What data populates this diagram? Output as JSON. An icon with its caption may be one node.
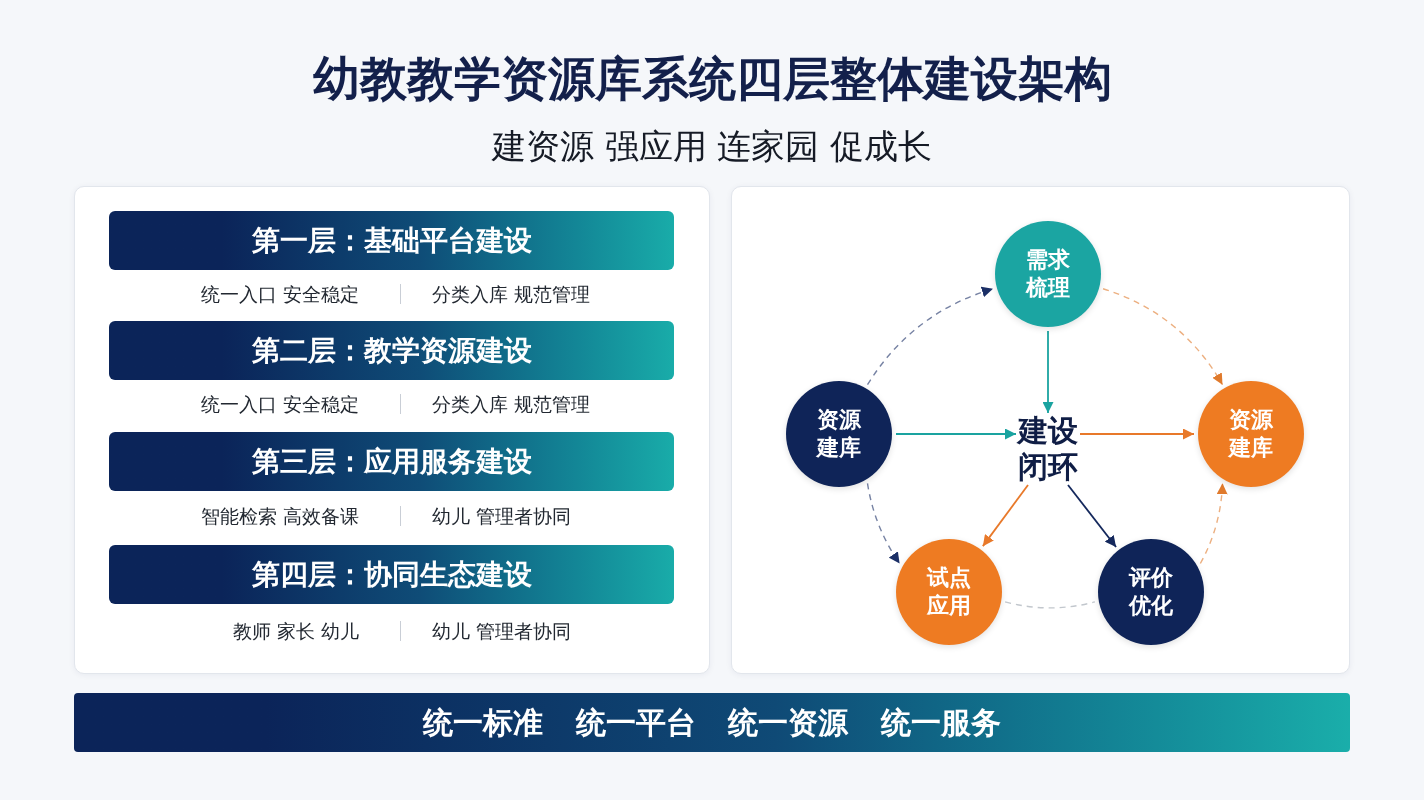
{
  "diagram": {
    "title": "幼教教学资源库系统四层整体建设架构",
    "nodes": [
      {
        "text": [],
        "shape": "box"
      },
      {
        "text": [
          "第一层：基础平台建设"
        ],
        "in": 0,
        "beside": [
          "统一入口 安全稳定",
          "分类入库 规范管理"
        ]
      },
      {
        "text": [
          "第二层：教学资源建设"
        ],
        "in": 0,
        "beside": [
          "统一入口 安全稳定",
          "分类入库 规范管理"
        ]
      },
      {
        "text": [
          "第三层：应用服务建设"
        ],
        "in": 0,
        "beside": [
          "智能检索 高效备课",
          "幼儿 管理者协同"
        ]
      },
      {
        "text": [
          "第四层：协同生态建设"
        ],
        "in": 0,
        "beside": [
          "教师 家长 幼儿",
          "幼儿 管理者协同"
        ]
      },
      {
        "text": [],
        "shape": "box"
      },
      {
        "text": [
          "需求梳理"
        ],
        "in": 5
      },
      {
        "text": [
          "资源建库"
        ],
        "in": 5
      },
      {
        "text": [
          "建设闭环"
        ],
        "in": 5
      },
      {
        "text": [
          "资源建库"
        ],
        "in": 5
      },
      {
        "text": [
          "试点应用"
        ],
        "in": 5
      },
      {
        "text": [
          "评价优化"
        ],
        "in": 5
      },
      {
        "text": [
          "统一标准 统一平台 统一资源 统一服务"
        ]
      }
    ],
    "edges": [
      {
        "from": 7,
        "to": 6,
        "arrow": "to",
        "style": "dashed",
        "color": "#1b2f66"
      },
      {
        "from": 6,
        "to": 9,
        "arrow": "to",
        "style": "dashed",
        "color": "#e07a2c"
      },
      {
        "from": 6,
        "to": 8,
        "arrow": "to",
        "color": "#1aa3a0"
      },
      {
        "from": 7,
        "to": 8,
        "arrow": "to",
        "color": "#1aa3a0"
      },
      {
        "from": 8,
        "to": 9,
        "arrow": "to",
        "color": "#e8792a"
      },
      {
        "from": 7,
        "to": 10,
        "arrow": "to",
        "style": "dashed",
        "color": "#1b2f66"
      },
      {
        "from": 8,
        "to": 10,
        "arrow": "to",
        "color": "#e8792a"
      },
      {
        "from": 8,
        "to": 11,
        "arrow": "to",
        "color": "#14285c"
      },
      {
        "from": 11,
        "to": 9,
        "arrow": "to",
        "style": "dashed",
        "color": "#e07a2c"
      },
      {
        "from": 10,
        "to": 11,
        "arrow": "none",
        "style": "dashed",
        "color": "#9aa1ab"
      }
    ],
    "labels": [
      "建资源 强应用 连家园 促成长"
    ]
  }
}
